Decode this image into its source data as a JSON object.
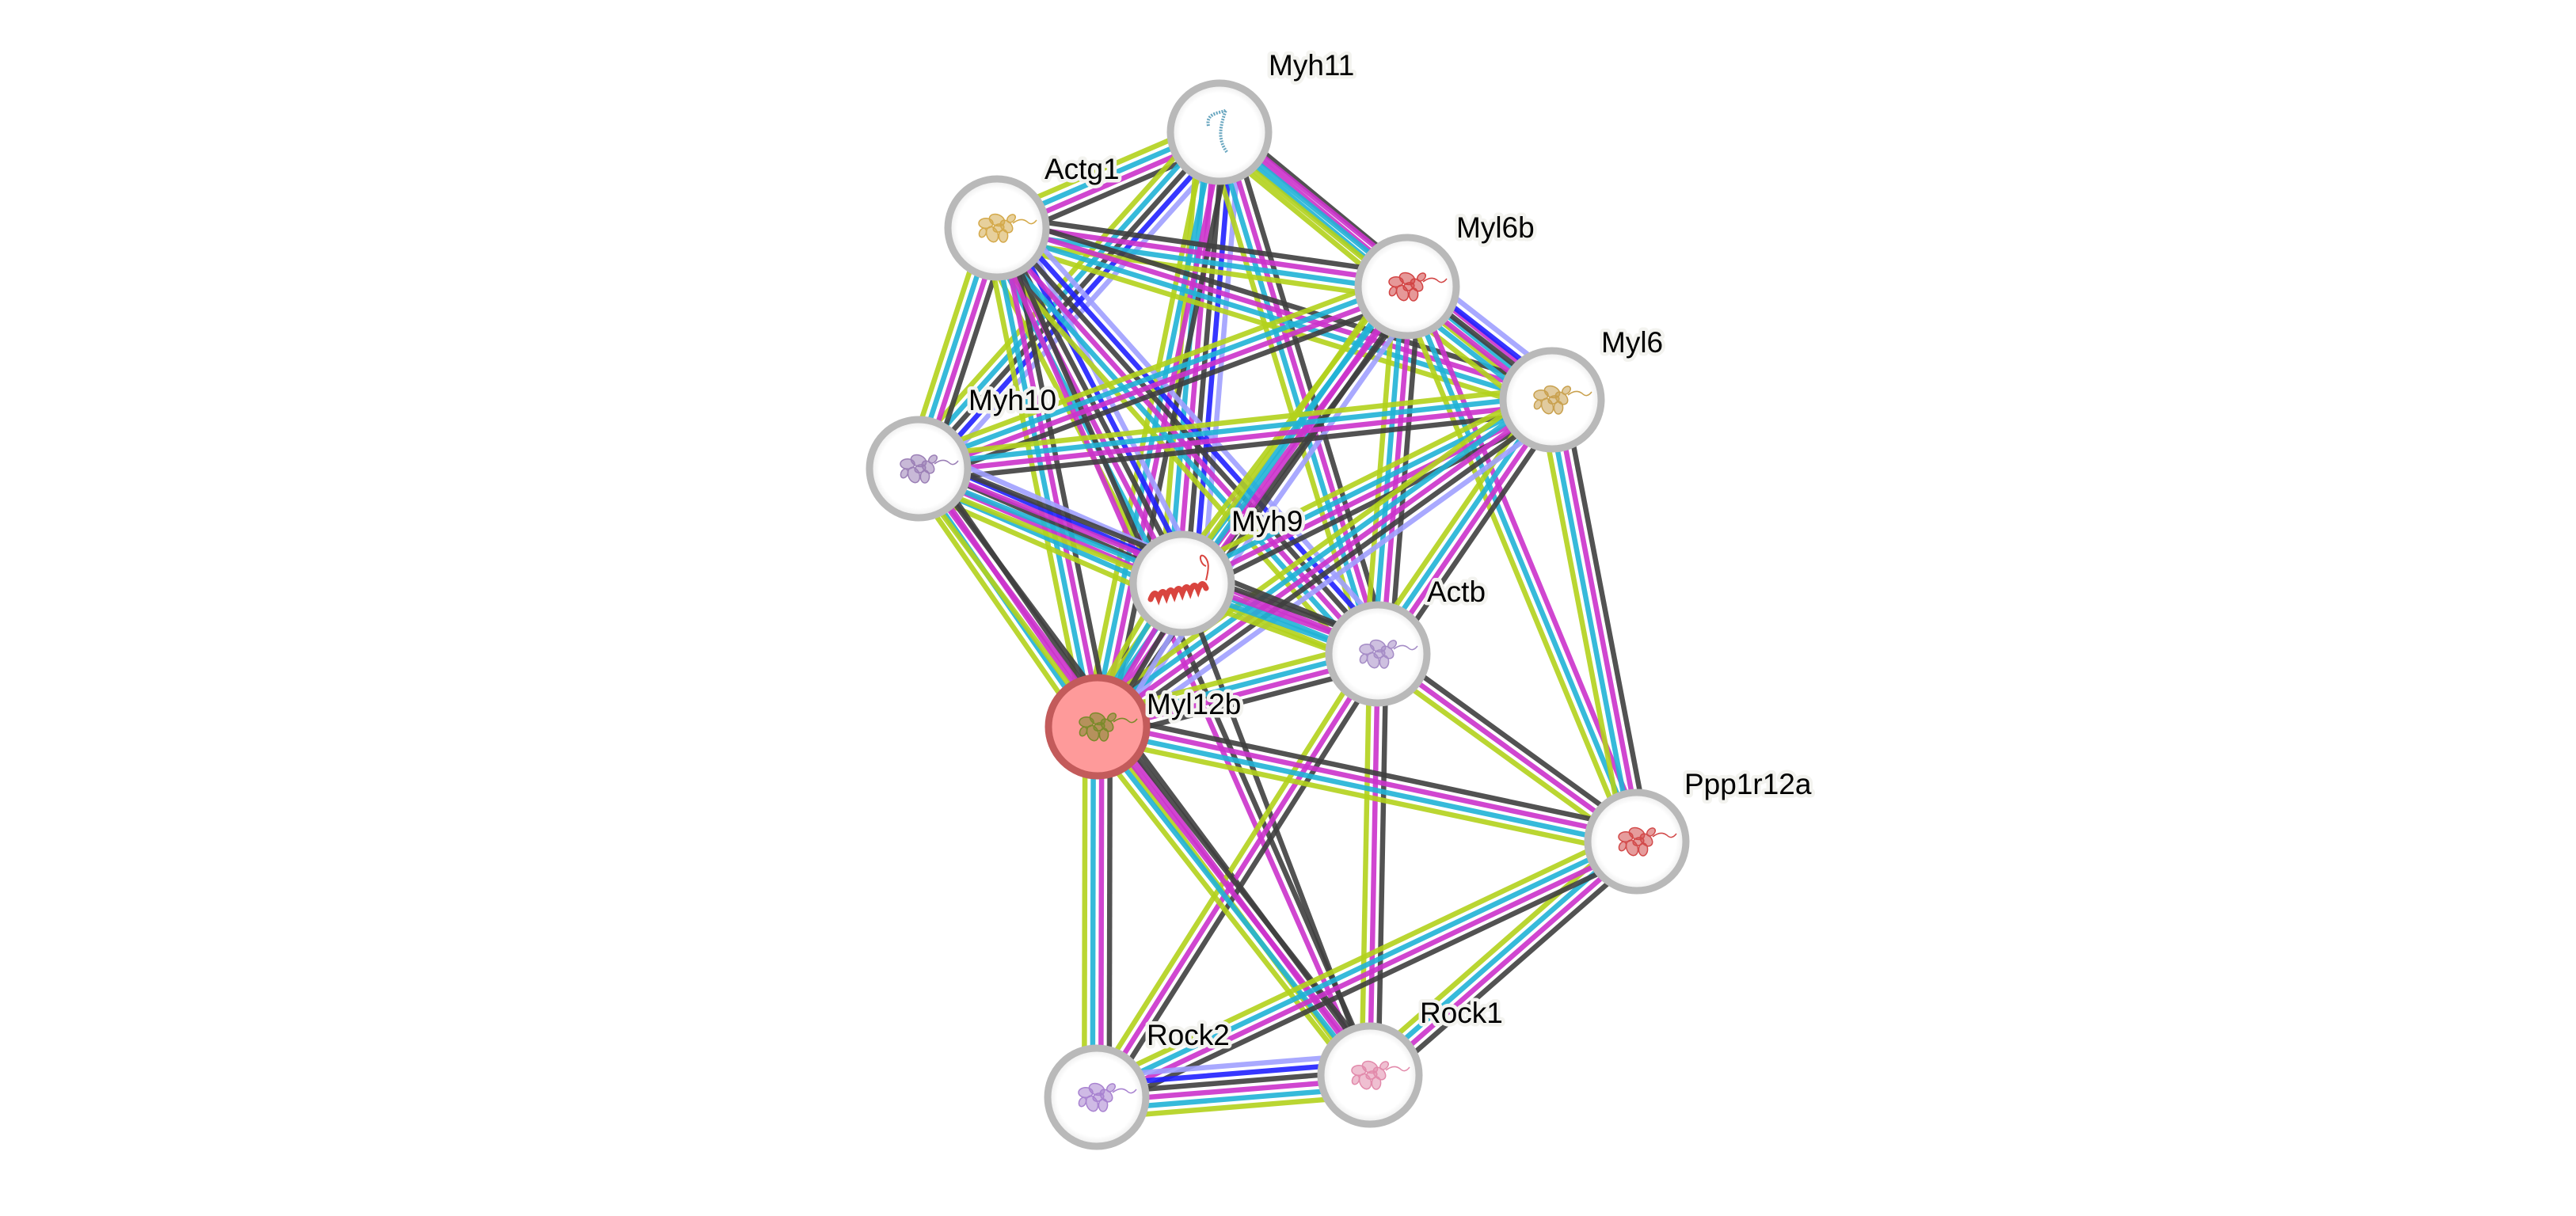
{
  "network": {
    "query_protein": "Myl12b",
    "evidence_colors": {
      "homology": "#a0a0ff",
      "cooccurrence": "#2121ff",
      "coexpression": "#404040",
      "experiments": "#cc33cc",
      "databases": "#21b3d6",
      "textmining": "#b3d21c"
    },
    "node_style": {
      "ring": "#b9b9b9",
      "fill": "#ffffff",
      "query_fill": "#fe9a9a",
      "query_ring": "#c35b5b"
    },
    "nodes": [
      {
        "id": "Myh11",
        "label": "Myh11",
        "query": false,
        "structure_color": "#6aa7c0",
        "structure_icon": "coil-fiber-icon"
      },
      {
        "id": "Actg1",
        "label": "Actg1",
        "query": false,
        "structure_color": "#d4a94a",
        "structure_icon": "globular-protein-icon"
      },
      {
        "id": "Myl6b",
        "label": "Myl6b",
        "query": false,
        "structure_color": "#d24444",
        "structure_icon": "globular-protein-icon"
      },
      {
        "id": "Myl6",
        "label": "Myl6",
        "query": false,
        "structure_color": "#c9a14e",
        "structure_icon": "globular-protein-icon"
      },
      {
        "id": "Myh10",
        "label": "Myh10",
        "query": false,
        "structure_color": "#9b7fb6",
        "structure_icon": "globular-protein-icon"
      },
      {
        "id": "Myh9",
        "label": "Myh9",
        "query": false,
        "structure_color": "#d9453f",
        "structure_icon": "helix-icon"
      },
      {
        "id": "Actb",
        "label": "Actb",
        "query": false,
        "structure_color": "#a58cc6",
        "structure_icon": "globular-protein-icon"
      },
      {
        "id": "Myl12b",
        "label": "Myl12b",
        "query": true,
        "structure_color": "#7a8a2a",
        "structure_icon": "globular-protein-icon"
      },
      {
        "id": "Ppp1r12a",
        "label": "Ppp1r12a",
        "query": false,
        "structure_color": "#d24a4a",
        "structure_icon": "globular-protein-icon"
      },
      {
        "id": "Rock2",
        "label": "Rock2",
        "query": false,
        "structure_color": "#a882d0",
        "structure_icon": "globular-protein-icon"
      },
      {
        "id": "Rock1",
        "label": "Rock1",
        "query": false,
        "structure_color": "#e28aab",
        "structure_icon": "globular-protein-icon"
      }
    ],
    "edges": [
      {
        "a": "Myh11",
        "b": "Actg1",
        "evidence": [
          "coexpression",
          "experiments",
          "databases",
          "textmining"
        ]
      },
      {
        "a": "Myh11",
        "b": "Myl6b",
        "evidence": [
          "coexpression",
          "experiments",
          "databases",
          "textmining"
        ]
      },
      {
        "a": "Myh11",
        "b": "Myl6",
        "evidence": [
          "experiments",
          "databases",
          "textmining"
        ]
      },
      {
        "a": "Myh11",
        "b": "Myh10",
        "evidence": [
          "homology",
          "cooccurrence",
          "coexpression",
          "databases",
          "textmining"
        ]
      },
      {
        "a": "Myh11",
        "b": "Myh9",
        "evidence": [
          "homology",
          "cooccurrence",
          "coexpression",
          "experiments",
          "databases",
          "textmining"
        ]
      },
      {
        "a": "Myh11",
        "b": "Actb",
        "evidence": [
          "coexpression",
          "experiments",
          "databases",
          "textmining"
        ]
      },
      {
        "a": "Myh11",
        "b": "Myl12b",
        "evidence": [
          "coexpression",
          "experiments",
          "databases",
          "textmining"
        ]
      },
      {
        "a": "Actg1",
        "b": "Myl6b",
        "evidence": [
          "coexpression",
          "experiments",
          "databases",
          "textmining"
        ]
      },
      {
        "a": "Actg1",
        "b": "Myl6",
        "evidence": [
          "coexpression",
          "experiments",
          "databases",
          "textmining"
        ]
      },
      {
        "a": "Actg1",
        "b": "Myh10",
        "evidence": [
          "coexpression",
          "experiments",
          "databases",
          "textmining"
        ]
      },
      {
        "a": "Actg1",
        "b": "Myh9",
        "evidence": [
          "homology",
          "cooccurrence",
          "coexpression",
          "experiments",
          "databases",
          "textmining"
        ]
      },
      {
        "a": "Actg1",
        "b": "Actb",
        "evidence": [
          "homology",
          "cooccurrence",
          "coexpression",
          "experiments",
          "databases",
          "textmining"
        ]
      },
      {
        "a": "Actg1",
        "b": "Myl12b",
        "evidence": [
          "coexpression",
          "experiments",
          "databases",
          "textmining"
        ]
      },
      {
        "a": "Actg1",
        "b": "Rock1",
        "evidence": [
          "coexpression",
          "experiments"
        ]
      },
      {
        "a": "Myl6b",
        "b": "Myl6",
        "evidence": [
          "homology",
          "cooccurrence",
          "coexpression",
          "experiments",
          "databases",
          "textmining"
        ]
      },
      {
        "a": "Myl6b",
        "b": "Myh10",
        "evidence": [
          "coexpression",
          "experiments",
          "databases",
          "textmining"
        ]
      },
      {
        "a": "Myl6b",
        "b": "Myh9",
        "evidence": [
          "coexpression",
          "experiments",
          "databases",
          "textmining"
        ]
      },
      {
        "a": "Myl6b",
        "b": "Actb",
        "evidence": [
          "coexpression",
          "experiments",
          "databases",
          "textmining"
        ]
      },
      {
        "a": "Myl6b",
        "b": "Myl12b",
        "evidence": [
          "homology",
          "coexpression",
          "experiments",
          "databases",
          "textmining"
        ]
      },
      {
        "a": "Myl6b",
        "b": "Ppp1r12a",
        "evidence": [
          "experiments",
          "databases",
          "textmining"
        ]
      },
      {
        "a": "Myl6",
        "b": "Myh10",
        "evidence": [
          "coexpression",
          "experiments",
          "databases",
          "textmining"
        ]
      },
      {
        "a": "Myl6",
        "b": "Myh9",
        "evidence": [
          "coexpression",
          "experiments",
          "databases",
          "textmining"
        ]
      },
      {
        "a": "Myl6",
        "b": "Actb",
        "evidence": [
          "coexpression",
          "experiments",
          "databases",
          "textmining"
        ]
      },
      {
        "a": "Myl6",
        "b": "Myl12b",
        "evidence": [
          "homology",
          "coexpression",
          "experiments",
          "databases",
          "textmining"
        ]
      },
      {
        "a": "Myl6",
        "b": "Ppp1r12a",
        "evidence": [
          "coexpression",
          "experiments",
          "databases",
          "textmining"
        ]
      },
      {
        "a": "Myh10",
        "b": "Myh9",
        "evidence": [
          "homology",
          "cooccurrence",
          "coexpression",
          "experiments",
          "databases",
          "textmining"
        ]
      },
      {
        "a": "Myh10",
        "b": "Actb",
        "evidence": [
          "coexpression",
          "experiments",
          "databases",
          "textmining"
        ]
      },
      {
        "a": "Myh10",
        "b": "Myl12b",
        "evidence": [
          "coexpression",
          "experiments",
          "databases",
          "textmining"
        ]
      },
      {
        "a": "Myh10",
        "b": "Rock1",
        "evidence": [
          "coexpression",
          "experiments",
          "textmining"
        ]
      },
      {
        "a": "Myh9",
        "b": "Actb",
        "evidence": [
          "coexpression",
          "experiments",
          "databases",
          "textmining"
        ]
      },
      {
        "a": "Myh9",
        "b": "Myl12b",
        "evidence": [
          "homology",
          "coexpression",
          "experiments",
          "databases",
          "textmining"
        ]
      },
      {
        "a": "Myh9",
        "b": "Rock1",
        "evidence": [
          "coexpression"
        ]
      },
      {
        "a": "Actb",
        "b": "Myl12b",
        "evidence": [
          "coexpression",
          "experiments",
          "databases",
          "textmining"
        ]
      },
      {
        "a": "Actb",
        "b": "Ppp1r12a",
        "evidence": [
          "coexpression",
          "experiments",
          "textmining"
        ]
      },
      {
        "a": "Actb",
        "b": "Rock1",
        "evidence": [
          "coexpression",
          "experiments",
          "textmining"
        ]
      },
      {
        "a": "Actb",
        "b": "Rock2",
        "evidence": [
          "coexpression",
          "experiments",
          "textmining"
        ]
      },
      {
        "a": "Myl12b",
        "b": "Ppp1r12a",
        "evidence": [
          "coexpression",
          "experiments",
          "databases",
          "textmining"
        ]
      },
      {
        "a": "Myl12b",
        "b": "Rock1",
        "evidence": [
          "coexpression",
          "experiments",
          "databases",
          "textmining"
        ]
      },
      {
        "a": "Myl12b",
        "b": "Rock2",
        "evidence": [
          "coexpression",
          "experiments",
          "databases",
          "textmining"
        ]
      },
      {
        "a": "Ppp1r12a",
        "b": "Rock1",
        "evidence": [
          "coexpression",
          "experiments",
          "databases",
          "textmining"
        ]
      },
      {
        "a": "Ppp1r12a",
        "b": "Rock2",
        "evidence": [
          "coexpression",
          "experiments",
          "databases",
          "textmining"
        ]
      },
      {
        "a": "Rock2",
        "b": "Rock1",
        "evidence": [
          "homology",
          "cooccurrence",
          "coexpression",
          "experiments",
          "databases",
          "textmining"
        ]
      }
    ]
  }
}
